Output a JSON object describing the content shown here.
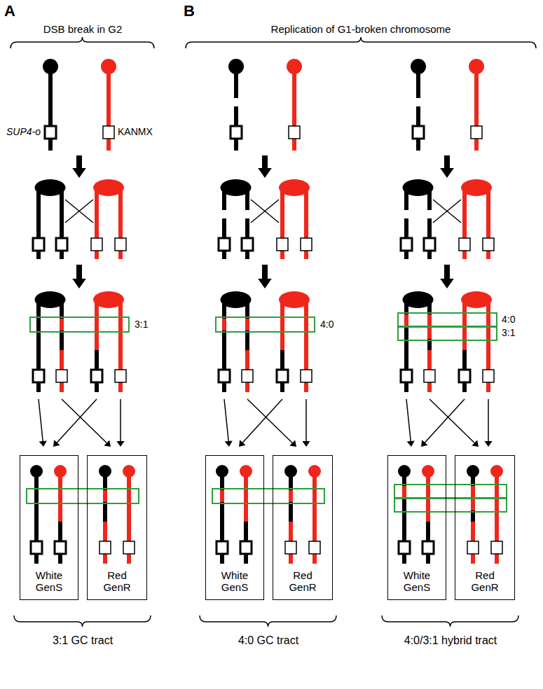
{
  "diagram": {
    "nodes": [
      {
        "text": [
          "White GenS"
        ]
      },
      {
        "text": [
          "Red GenR"
        ]
      },
      {
        "text": [
          "White GenS"
        ]
      },
      {
        "text": [
          "Red GenR"
        ]
      },
      {
        "text": [
          "White GenS"
        ]
      },
      {
        "text": [
          "Red GenR"
        ]
      }
    ],
    "labels": [
      "A",
      "B",
      "DSB break in G2",
      "Replication of G1-broken chromosome",
      "SUP4-o",
      "KANMX",
      "3:1",
      "4:0",
      "4:0",
      "3:1",
      "3:1 GC tract",
      "4:0 GC tract",
      "4:0/3:1 hybrid tract"
    ]
  }
}
